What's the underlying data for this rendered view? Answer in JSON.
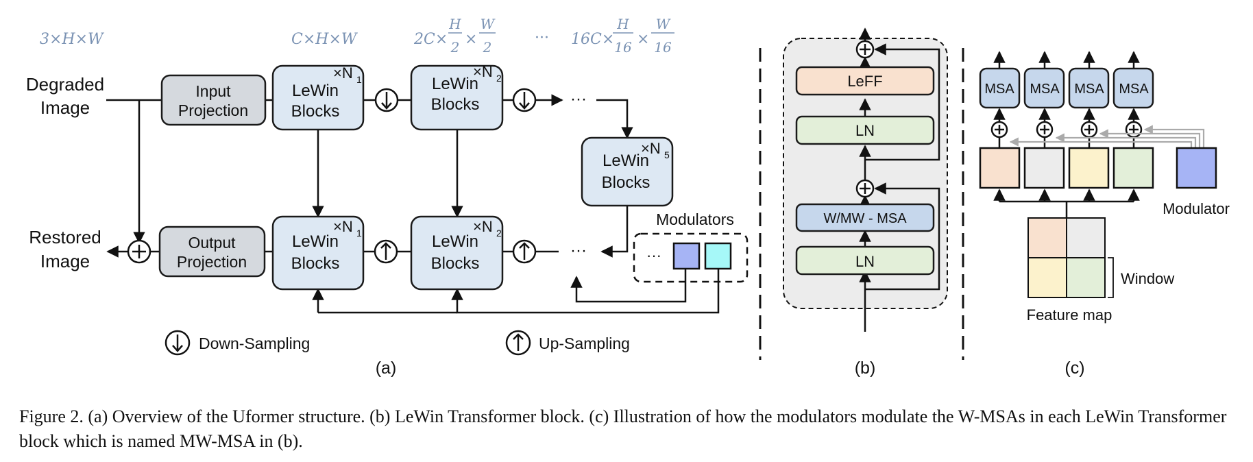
{
  "panel_a": {
    "dims": {
      "d1": "3×H×W",
      "d2": "C×H×W",
      "d3a": "2C×",
      "d3h": "H",
      "d3w": "W",
      "d3den": "2",
      "d3times": "×",
      "ellipsis": "···",
      "d4a": "16C×",
      "d4h": "H",
      "d4w": "W",
      "d4den": "16",
      "d4times": "×"
    },
    "degraded_1": "Degraded",
    "degraded_2": "Image",
    "restored_1": "Restored",
    "restored_2": "Image",
    "input_proj_1": "Input",
    "input_proj_2": "Projection",
    "output_proj_1": "Output",
    "output_proj_2": "Projection",
    "lewin_1": "LeWin",
    "lewin_2": "Blocks",
    "mult_n1": "×N",
    "sub_1": "1",
    "sub_2": "2",
    "sub_5": "5",
    "dots": "···",
    "modulators": "Modulators",
    "down_sampling": "Down-Sampling",
    "up_sampling": "Up-Sampling",
    "label": "(a)"
  },
  "panel_b": {
    "leff": "LeFF",
    "ln": "LN",
    "msa": "W/MW - MSA",
    "label": "(b)"
  },
  "panel_c": {
    "msa": "MSA",
    "modulator": "Modulator",
    "window": "Window",
    "feature_map": "Feature map",
    "label": "(c)"
  },
  "caption": "Figure 2. (a) Overview of the Uformer structure. (b) LeWin Transformer block. (c) Illustration of how the modulators modulate the W-MSAs in each LeWin Transformer block which is named MW-MSA in (b).",
  "colors": {
    "lewin_fill": "#dde8f3",
    "proj_fill": "#d5d9de",
    "leff_fill": "#f9e1cf",
    "ln_fill": "#e3efd9",
    "msa_fill": "#c6d7ec",
    "modulator_blue": "#a6b4f5",
    "modulator_cyan": "#a6f8f8",
    "panel_b_bg": "#ececec",
    "feat_orange": "#f9e1cf",
    "feat_gray": "#ececec",
    "feat_yellow": "#fcf2cc",
    "feat_green": "#e3efd9"
  }
}
